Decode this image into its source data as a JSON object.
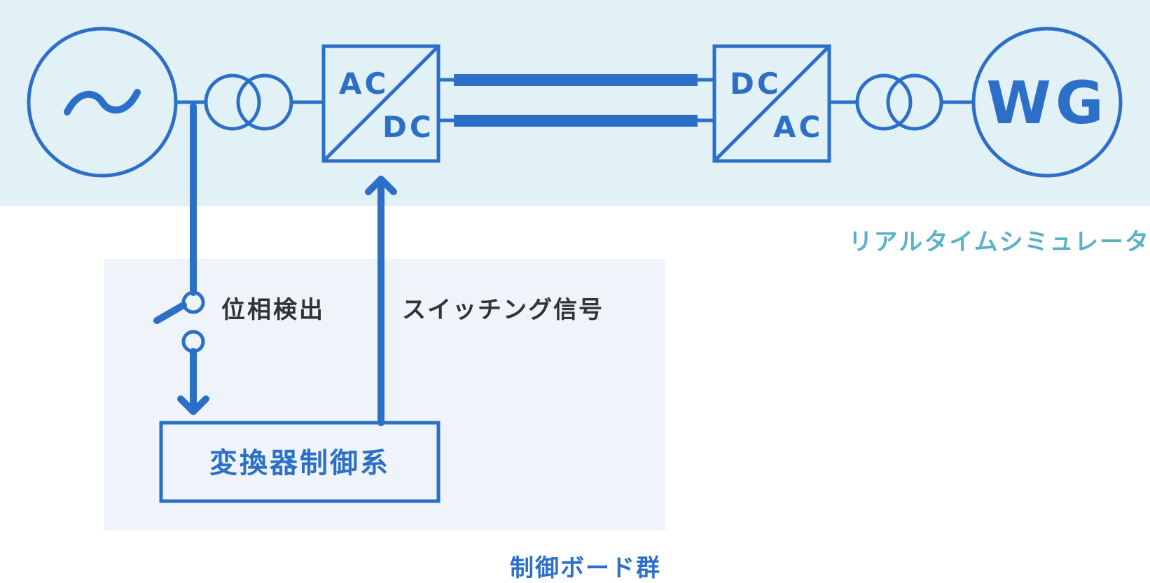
{
  "simulator": {
    "title": "リアルタイムシミュレータ",
    "ac_source_symbol": "〜",
    "converter_1": {
      "top_label": "AC",
      "bottom_label": "DC"
    },
    "converter_2": {
      "top_label": "DC",
      "bottom_label": "AC"
    },
    "wind_generator_label": "WG"
  },
  "control_boards": {
    "title": "制御ボード群",
    "phase_detection_label": "位相検出",
    "switching_signal_label": "スイッチング信号",
    "converter_control_label": "変換器制御系"
  },
  "colors": {
    "line": "#2c6fc8",
    "sim_background": "#e1f1f5",
    "control_background": "#eef4f9",
    "sim_title": "#5bb2c6",
    "label_text": "#333333"
  }
}
